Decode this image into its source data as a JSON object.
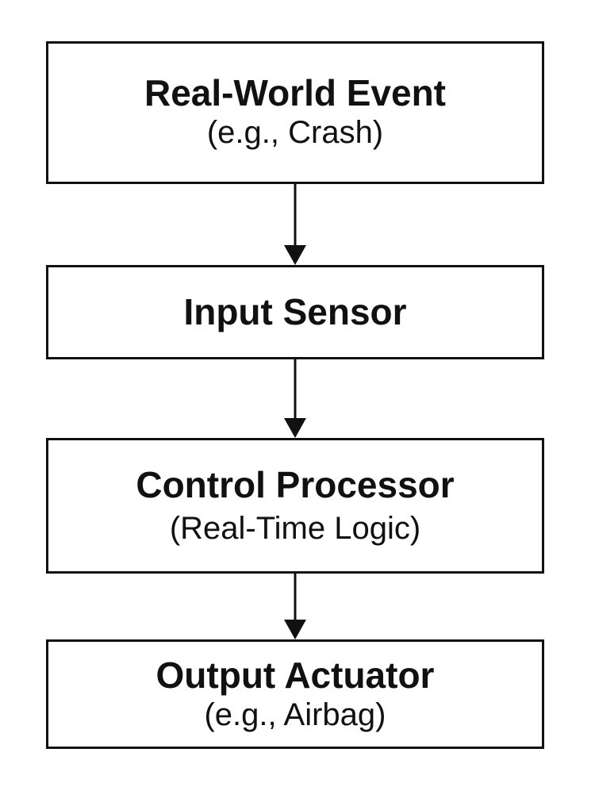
{
  "diagram": {
    "nodes": [
      {
        "id": "event",
        "title": "Real-World Event",
        "subtitle": "(e.g., Crash)"
      },
      {
        "id": "sensor",
        "title": "Input Sensor",
        "subtitle": ""
      },
      {
        "id": "processor",
        "title": "Control Processor",
        "subtitle": "(Real-Time Logic)"
      },
      {
        "id": "actuator",
        "title": "Output Actuator",
        "subtitle": "(e.g., Airbag)"
      }
    ],
    "edges": [
      {
        "from": "event",
        "to": "sensor"
      },
      {
        "from": "sensor",
        "to": "processor"
      },
      {
        "from": "processor",
        "to": "actuator"
      }
    ],
    "colors": {
      "stroke": "#111111",
      "fill": "#ffffff",
      "text": "#111111"
    }
  }
}
